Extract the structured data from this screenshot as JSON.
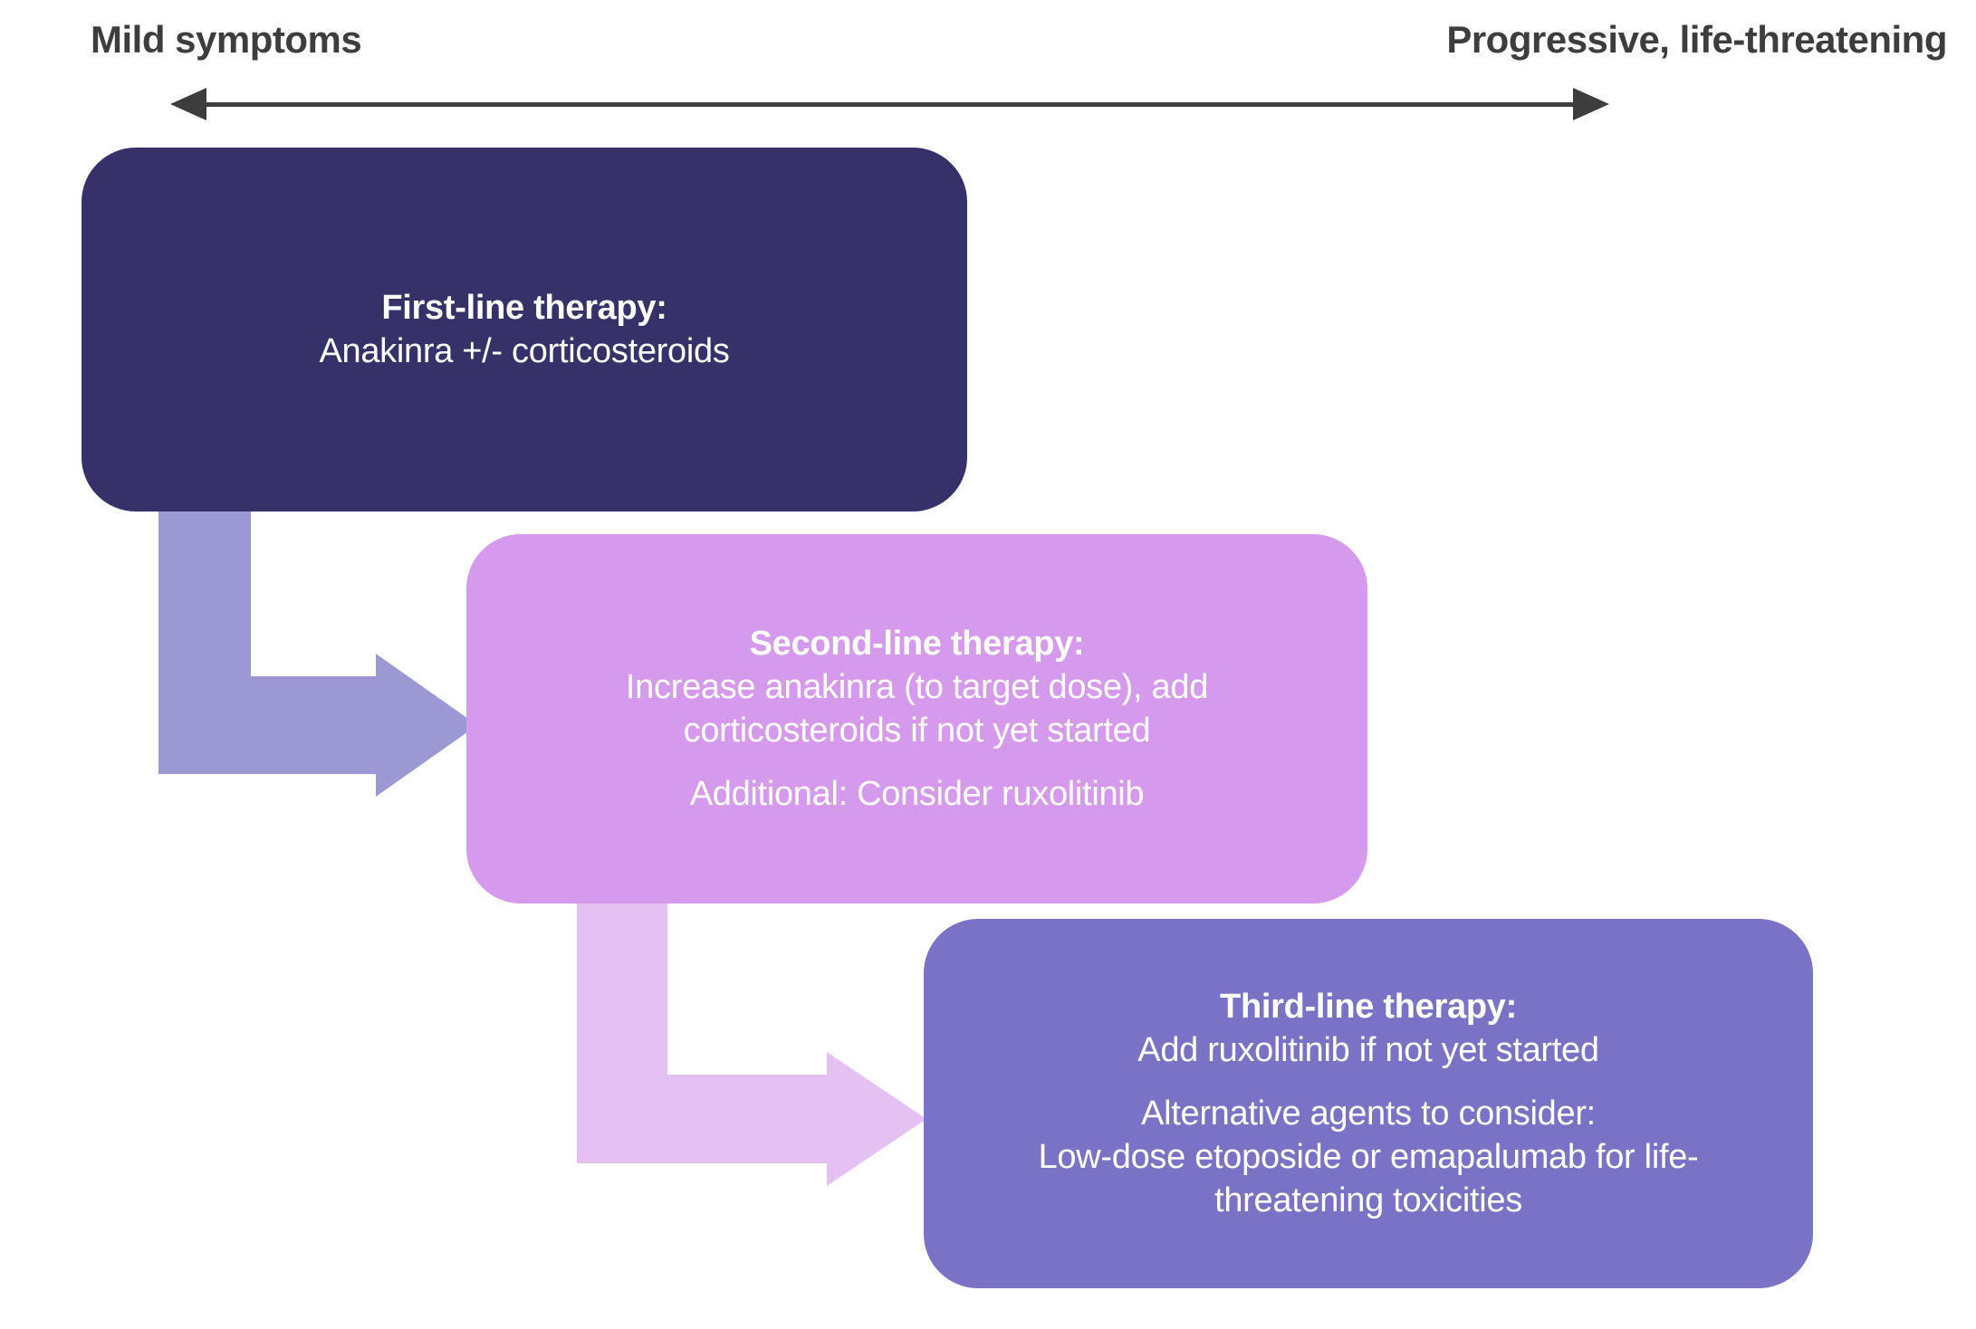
{
  "axis": {
    "left_label": "Mild symptoms",
    "right_label": "Progressive, life-threatening"
  },
  "boxes": {
    "first": {
      "title": "First-line therapy:",
      "body": "Anakinra +/- corticosteroids"
    },
    "second": {
      "title": "Second-line therapy:",
      "body": "Increase anakinra (to target dose), add\ncorticosteroids if not yet started",
      "additional": "Additional: Consider ruxolitinib"
    },
    "third": {
      "title": "Third-line therapy:",
      "body": "Add ruxolitinib if not yet started",
      "additional": "Alternative agents to consider:\nLow-dose etoposide or emapalumab for life-\nthreatening toxicities"
    }
  },
  "colors": {
    "background": "#ffffff",
    "label_text": "#3d3d3d",
    "axis": "#3d3d3d",
    "box_first": "#363168",
    "box_second": "#d69aec",
    "box_third": "#7a73c5",
    "arrow_first": "#9b98d4",
    "arrow_second": "#e4c1f2",
    "box_text": "#ffffff"
  }
}
